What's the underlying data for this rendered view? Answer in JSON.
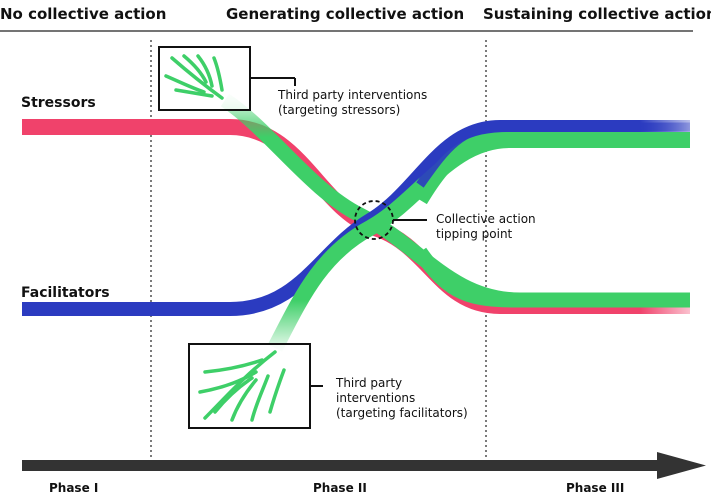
{
  "headers": {
    "phase1": "No collective action",
    "phase2": "Generating collective action",
    "phase3": "Sustaining collective action"
  },
  "labels": {
    "stressors": "Stressors",
    "facilitators": "Facilitators"
  },
  "annotations": {
    "stressor_interventions": [
      "Third party interventions",
      "(targeting stressors)"
    ],
    "tipping_point": [
      "Collective action",
      "tipping point"
    ],
    "facilitator_interventions": [
      "Third party",
      "interventions",
      "(targeting facilitators)"
    ]
  },
  "timeline": {
    "phase1": "Phase I",
    "phase2": "Phase II",
    "phase3": "Phase III"
  },
  "colors": {
    "stressors": "#f0426b",
    "facilitators": "#2b3bc0",
    "interventions": "#3ecf68",
    "axis": "#333333"
  }
}
